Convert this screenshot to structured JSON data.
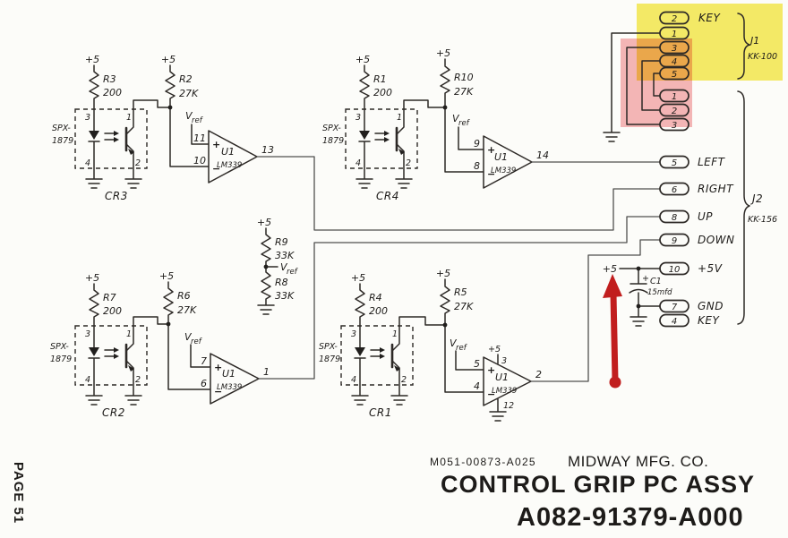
{
  "page": {
    "label": "PAGE 51"
  },
  "labels": {
    "plus5": "+5",
    "vref_v": "V",
    "vref_sub": "ref",
    "op_plus": "+",
    "op_minus": "−",
    "cap_plus": "+"
  },
  "blocks": [
    {
      "name": "CR3",
      "opto_series": "SPX-",
      "opto_series2": "1879",
      "r_led": {
        "ref": "R3",
        "value": "200"
      },
      "r_pull": {
        "ref": "R2",
        "value": "27K"
      },
      "pins": {
        "anode": "3",
        "cathode": "4",
        "collector": "1",
        "emitter": "2"
      },
      "opamp": {
        "ref": "U1",
        "part": "LM339",
        "in_plus": "11",
        "in_minus": "10",
        "out": "13"
      }
    },
    {
      "name": "CR4",
      "opto_series": "SPX-",
      "opto_series2": "1879",
      "r_led": {
        "ref": "R1",
        "value": "200"
      },
      "r_pull": {
        "ref": "R10",
        "value": "27K"
      },
      "pins": {
        "anode": "3",
        "cathode": "4",
        "collector": "1",
        "emitter": "2"
      },
      "opamp": {
        "ref": "U1",
        "part": "LM339",
        "in_plus": "9",
        "in_minus": "8",
        "out": "14"
      }
    },
    {
      "name": "CR2",
      "opto_series": "SPX-",
      "opto_series2": "1879",
      "r_led": {
        "ref": "R7",
        "value": "200"
      },
      "r_pull": {
        "ref": "R6",
        "value": "27K"
      },
      "pins": {
        "anode": "3",
        "cathode": "4",
        "collector": "1",
        "emitter": "2"
      },
      "opamp": {
        "ref": "U1",
        "part": "LM339",
        "in_plus": "7",
        "in_minus": "6",
        "out": "1"
      }
    },
    {
      "name": "CR1",
      "opto_series": "SPX-",
      "opto_series2": "1879",
      "r_led": {
        "ref": "R4",
        "value": "200"
      },
      "r_pull": {
        "ref": "R5",
        "value": "27K"
      },
      "pins": {
        "anode": "3",
        "cathode": "4",
        "collector": "1",
        "emitter": "2"
      },
      "opamp": {
        "ref": "U1",
        "part": "LM339",
        "in_plus": "5",
        "in_minus": "4",
        "out": "2"
      },
      "opamp_power": {
        "vcc_pin": "3",
        "gnd_pin": "12"
      }
    }
  ],
  "vref_divider": {
    "r_top": {
      "ref": "R9",
      "value": "33K"
    },
    "r_bottom": {
      "ref": "R8",
      "value": "33K"
    }
  },
  "connectors": {
    "j1": {
      "designator": "J1",
      "part": "KK-100",
      "pins": [
        {
          "num": "2",
          "label": "KEY"
        },
        {
          "num": "1"
        },
        {
          "num": "3"
        },
        {
          "num": "4"
        },
        {
          "num": "5"
        }
      ]
    },
    "j2": {
      "designator": "J2",
      "part": "KK-156",
      "top_pins": [
        "1",
        "2",
        "3"
      ],
      "signal_pins": [
        {
          "num": "5",
          "label": "LEFT"
        },
        {
          "num": "6",
          "label": "RIGHT"
        },
        {
          "num": "8",
          "label": "UP"
        },
        {
          "num": "9",
          "label": "DOWN"
        },
        {
          "num": "10",
          "label": "+5V"
        },
        {
          "num": "7",
          "label": "GND"
        },
        {
          "num": "4",
          "label": "KEY"
        }
      ],
      "cap": {
        "ref": "C1",
        "value": "15mfd"
      }
    }
  },
  "title_block": {
    "doc_no": "M051-00873-A025",
    "company": "MIDWAY MFG. CO.",
    "assembly_title": "CONTROL GRIP PC ASSY",
    "assembly_no": "A082-91379-A000"
  },
  "annotations": {
    "highlight_yellow": "#f6ec68",
    "highlight_pink": "#f6b7ba",
    "arrow_color": "#c11e1e"
  }
}
